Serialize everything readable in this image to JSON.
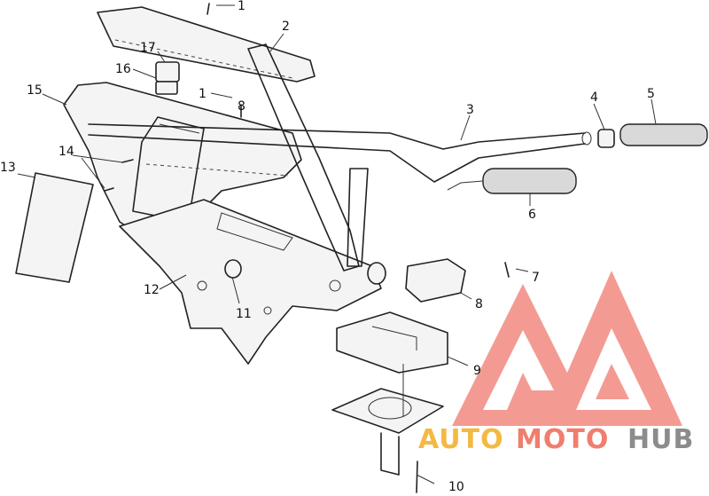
{
  "callouts": [
    "1",
    "2",
    "3",
    "4",
    "5",
    "6",
    "7",
    "8",
    "9",
    "10",
    "11",
    "12",
    "13",
    "14",
    "15",
    "16",
    "17",
    "1",
    "8"
  ],
  "watermark": {
    "auto": "AUTO",
    "moto": "MOTO",
    "hub": "HUB",
    "colors": {
      "auto": "#f4b942",
      "moto": "#f07e6e",
      "hub": "#8c8c8c",
      "logo": "#f07a70"
    }
  }
}
